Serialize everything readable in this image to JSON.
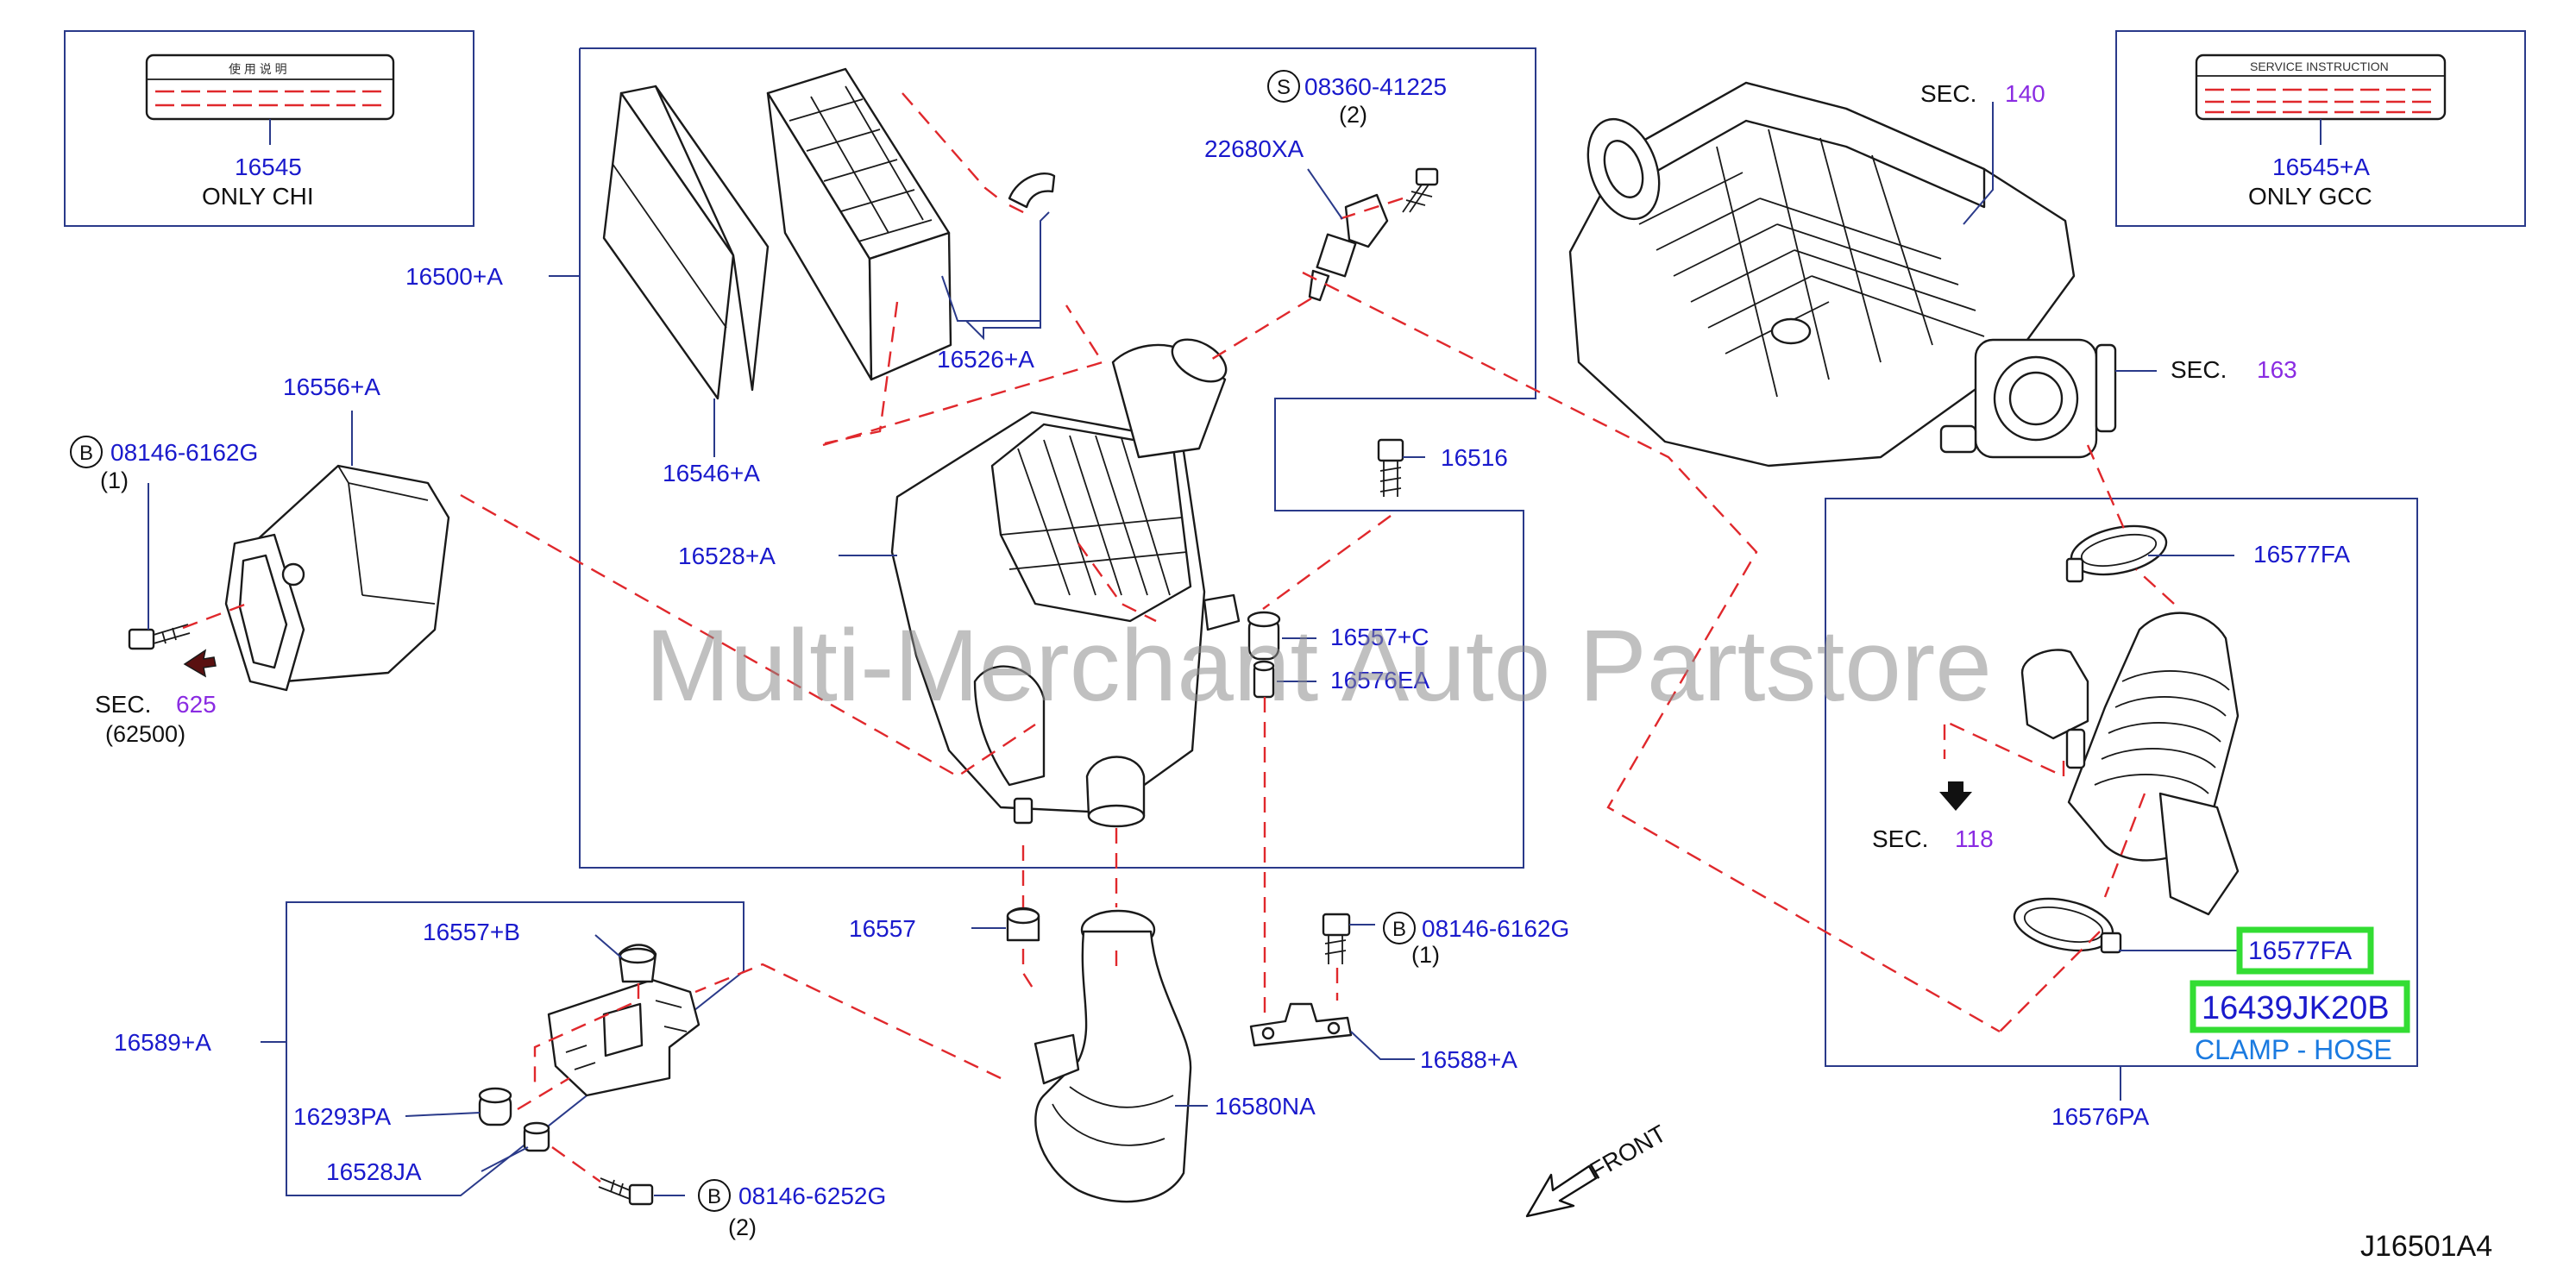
{
  "watermark": "Multi-Merchant Auto Partstore",
  "diagram_code": "J16501A4",
  "direction_label": "FRONT",
  "labels": {
    "p16545": "16545",
    "only_chi": "ONLY   CHI",
    "p16545a": "16545+A",
    "only_gcc": "ONLY   GCC",
    "card1_title": "使 用 说 明",
    "card2_title": "SERVICE    INSTRUCTION",
    "p16500a": "16500+A",
    "p16556a": "16556+A",
    "p08146_1": "08146-6162G",
    "qty1a": "(1)",
    "sec625": "SEC.",
    "sec625_num": "625",
    "sec625_sub": "(62500)",
    "p16546a": "16546+A",
    "p16526a": "16526+A",
    "p22680xa": "22680XA",
    "p08360": "08360-41225",
    "qty2a": "(2)",
    "p16528a": "16528+A",
    "p16516": "16516",
    "p16557c": "16557+C",
    "p16576ea": "16576EA",
    "sec140": "SEC.",
    "sec140_num": "140",
    "sec163": "SEC.",
    "sec163_num": "163",
    "p16577fa_top": "16577FA",
    "sec118": "SEC.",
    "sec118_num": "118",
    "p16577fa_hl": "16577FA",
    "p16439jk20b": "16439JK20B",
    "clamp_hose": "CLAMP - HOSE",
    "p16576pa": "16576PA",
    "p16557b": "16557+B",
    "p16589a": "16589+A",
    "p16293pa": "16293PA",
    "p16528ja": "16528JA",
    "p08146_6252": "08146-6252G",
    "qty2b": "(2)",
    "p16557": "16557",
    "p08146_2": "08146-6162G",
    "qty1b": "(1)",
    "p16588a": "16588+A",
    "p16580na": "16580NA",
    "circle_b": "B",
    "circle_s": "S"
  }
}
